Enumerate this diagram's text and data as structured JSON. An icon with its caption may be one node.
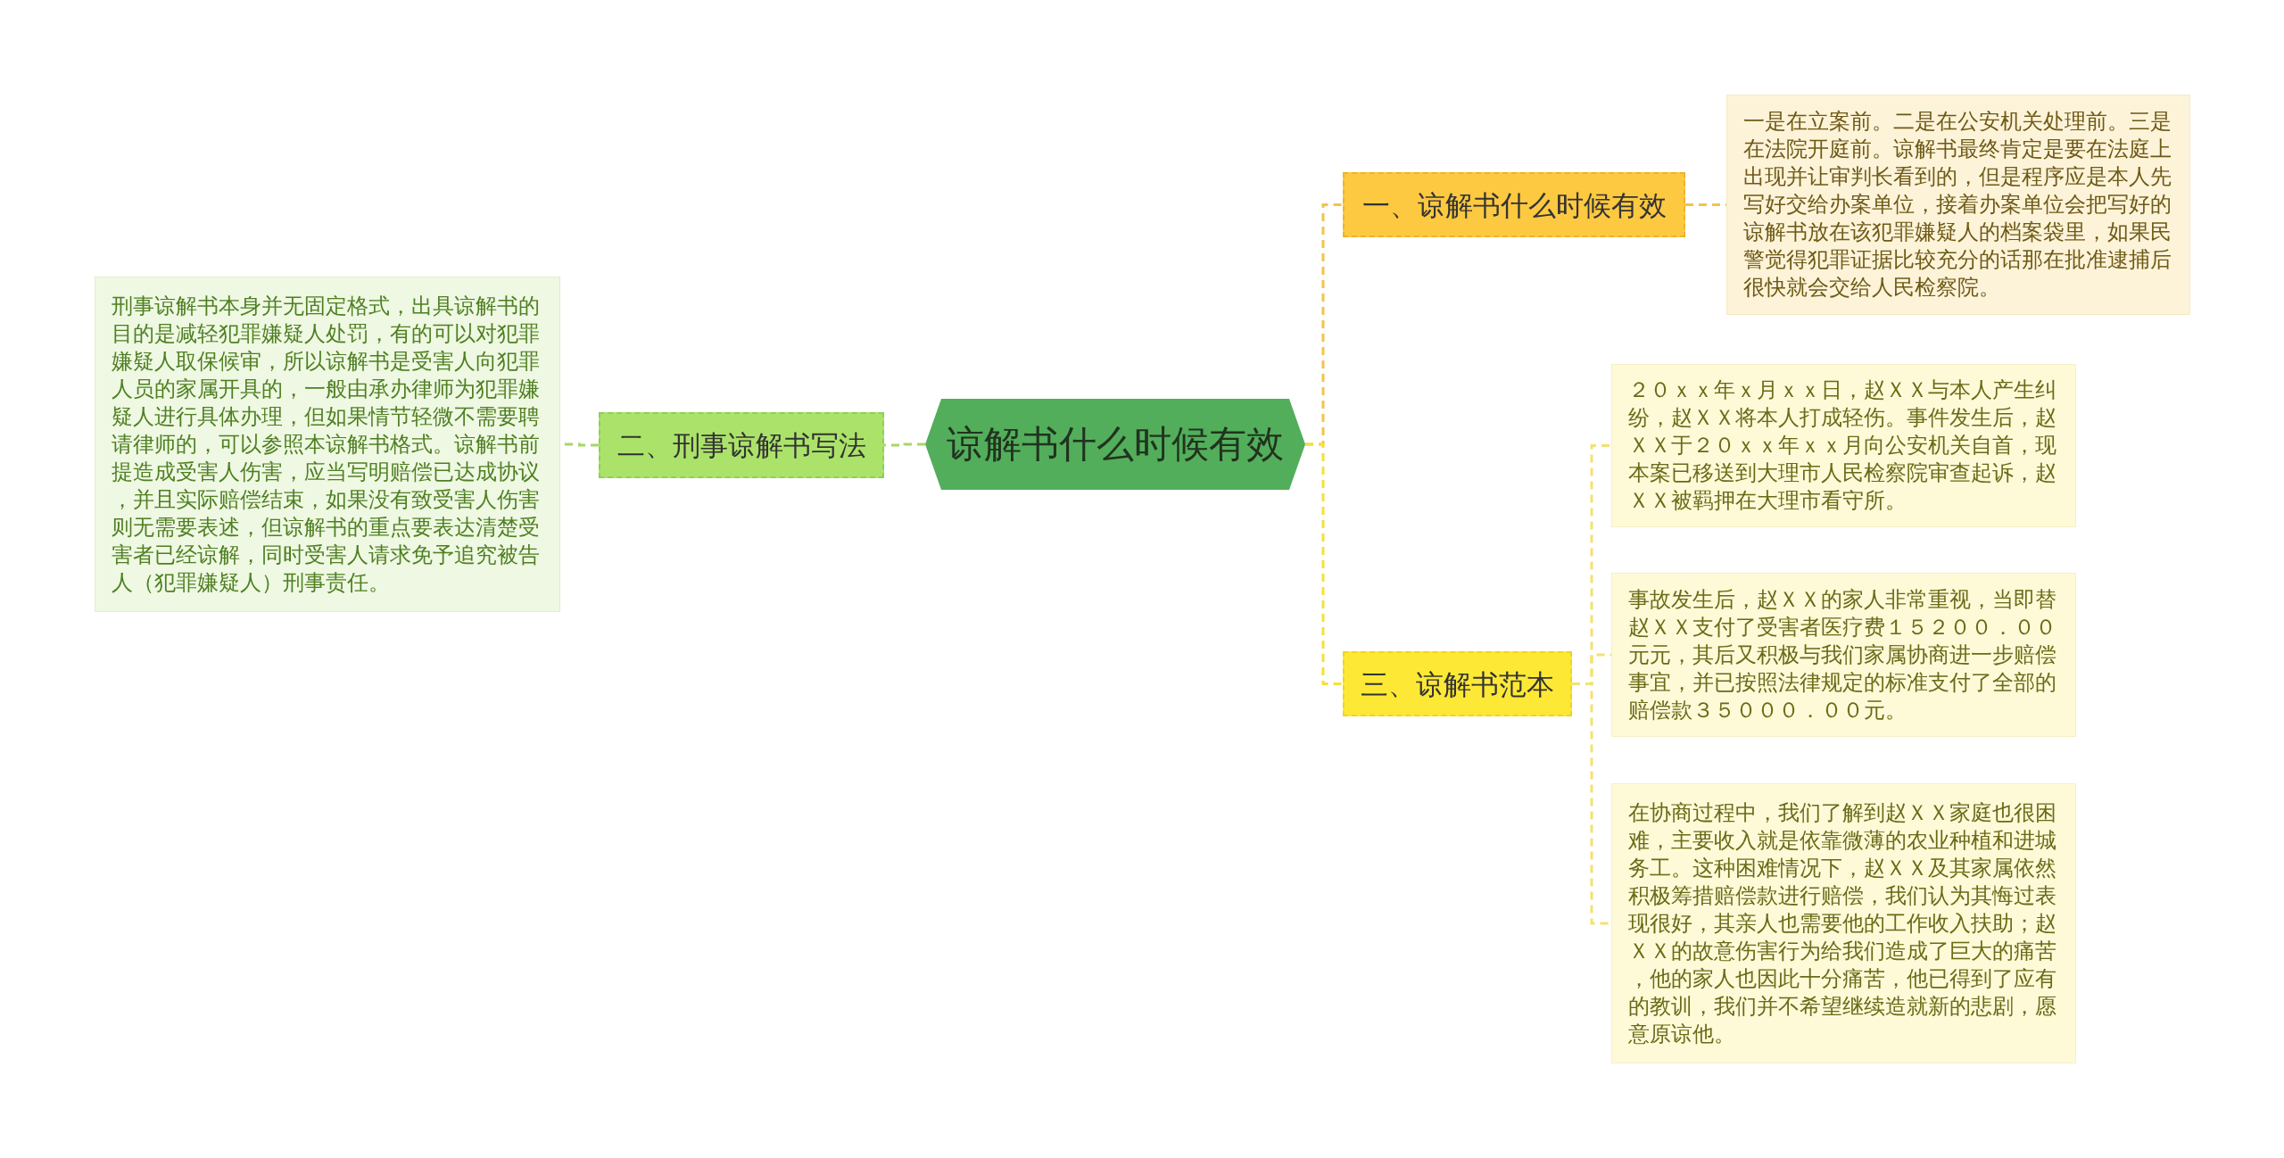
{
  "diagram": {
    "nodes": [
      {
        "text": [
          "谅解书什么时候有效"
        ]
      },
      {
        "text": [
          "一、谅解书什么时候有效"
        ]
      },
      {
        "text": [
          "一是在立案前。二是在公安机关处理前。三是在法院开庭前。谅解书最终肯定是要在法庭上出现并让审判长看到的，但是程序应是本人先写好交给办案单位，接着办案单位会把写好的谅解书放在该犯罪嫌疑人的档案袋里，如果民警觉得犯罪证据比较充分的话那在批准逮捕后很快就会交给人民检察院。"
        ]
      },
      {
        "text": [
          "二、刑事谅解书写法"
        ]
      },
      {
        "text": [
          "刑事谅解书本身并无固定格式，出具谅解书的目的是减轻犯罪嫌疑人处罚，有的可以对犯罪嫌疑人取保候审，所以谅解书是受害人向犯罪人员的家属开具的，一般由承办律师为犯罪嫌疑人进行具体办理，但如果情节轻微不需要聘请律师的，可以参照本谅解书格式。谅解书前提造成受害人伤害，应当写明赔偿已达成协议，并且实际赔偿结束，如果没有致受害人伤害则无需要表述，但谅解书的重点要表达清楚受害者已经谅解，同时受害人请求免予追究被告人（犯罪嫌疑人）刑事责任。"
        ]
      },
      {
        "text": [
          "三、谅解书范本"
        ]
      },
      {
        "text": [
          "２０ｘｘ年ｘ月ｘｘ日，赵ＸＸ与本人产生纠纷，赵ＸＸ将本人打成轻伤。事件发生后，赵ＸＸ于２０ｘｘ年ｘｘ月向公安机关自首，现本案已移送到大理市人民检察院审查起诉，赵ＸＸ被羁押在大理市看守所。"
        ]
      },
      {
        "text": [
          "事故发生后，赵ＸＸ的家人非常重视，当即替赵ＸＸ支付了受害者医疗费１５２００．００元元，其后又积极与我们家属协商进一步赔偿事宜，并已按照法律规定的标准支付了全部的赔偿款３５０００．００元。"
        ]
      },
      {
        "text": [
          "在协商过程中，我们了解到赵ＸＸ家庭也很困难，主要收入就是依靠微薄的农业种植和进城务工。这种困难情况下，赵ＸＸ及其家属依然积极筹措赔偿款进行赔偿，我们认为其悔过表现很好，其亲人也需要他的工作收入扶助；赵ＸＸ的故意伤害行为给我们造成了巨大的痛苦，他的家人也因此十分痛苦，他已得到了应有的教训，我们并不希望继续造就新的悲剧，愿意原谅他。"
        ]
      }
    ],
    "edges": [
      {
        "from": 0,
        "to": 1,
        "arrow": "none",
        "style": "dashed",
        "color": "#f3c34a"
      },
      {
        "from": 1,
        "to": 2,
        "arrow": "none",
        "style": "dashed",
        "color": "#f3c34a"
      },
      {
        "from": 0,
        "to": 3,
        "arrow": "none",
        "style": "dashed",
        "color": "#a5d867"
      },
      {
        "from": 3,
        "to": 4,
        "arrow": "none",
        "style": "dashed",
        "color": "#a5d867"
      },
      {
        "from": 0,
        "to": 5,
        "arrow": "none",
        "style": "dashed",
        "color": "#f5e03a"
      },
      {
        "from": 5,
        "to": 6,
        "arrow": "none",
        "style": "dashed",
        "color": "#f3e270"
      },
      {
        "from": 5,
        "to": 7,
        "arrow": "none",
        "style": "dashed",
        "color": "#f3e270"
      },
      {
        "from": 5,
        "to": 8,
        "arrow": "none",
        "style": "dashed",
        "color": "#f3e270"
      }
    ]
  }
}
